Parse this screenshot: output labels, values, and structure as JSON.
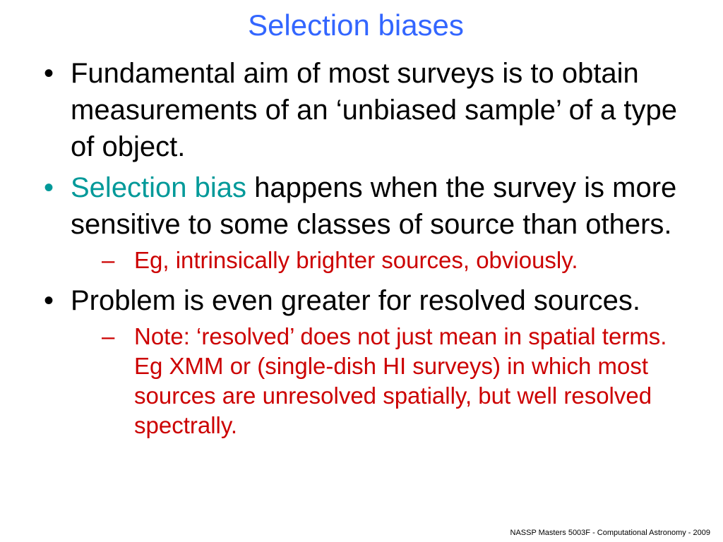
{
  "slide": {
    "title": "Selection biases",
    "bullet_symbol": "•",
    "dash_symbol": "–",
    "bullets": [
      {
        "text": "Fundamental aim of most surveys is to obtain measurements of an ‘unbiased sample’ of a type of object."
      },
      {
        "highlight": "Selection bias",
        "text": " happens when the survey is more sensitive to some classes of source than others.",
        "sub": "Eg, intrinsically brighter sources, obviously."
      },
      {
        "text": "Problem is even greater for resolved sources.",
        "sub": "Note: ‘resolved’ does not just mean in spatial terms. Eg XMM or (single-dish HI surveys) in which most sources are unresolved spatially, but well resolved spectrally."
      }
    ],
    "footer": "NASSP Masters 5003F - Computational Astronomy - 2009"
  },
  "colors": {
    "title": "#3366ff",
    "highlight": "#009999",
    "sub_bullet": "#cc0000",
    "body": "#000000"
  }
}
